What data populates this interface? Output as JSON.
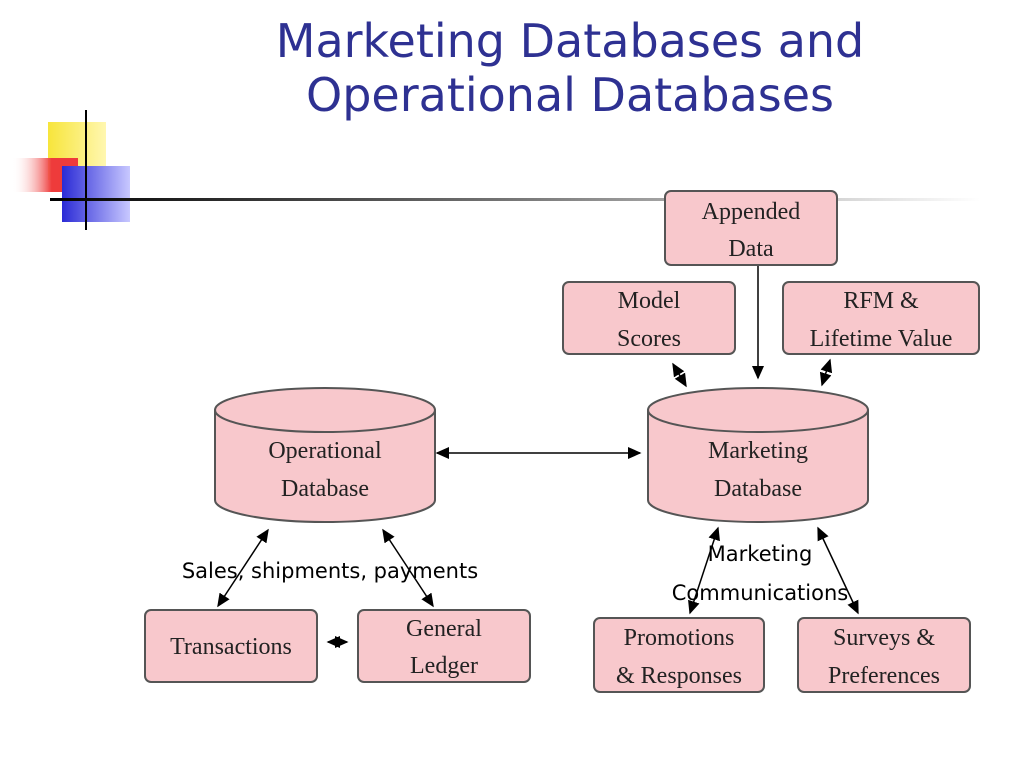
{
  "slide": {
    "title_line1": "Marketing Databases and",
    "title_line2": "Operational Databases"
  },
  "colors": {
    "title": "#2e3192",
    "box_fill": "#f8c8cc",
    "box_stroke": "#555555",
    "deco_yellow": "#f7e53b",
    "deco_red": "#ee3b3b",
    "deco_blue": "#2b2bd6"
  },
  "diagram": {
    "databases": {
      "operational": [
        "Operational",
        "Database"
      ],
      "marketing": [
        "Marketing",
        "Database"
      ]
    },
    "boxes": {
      "appended_data": [
        "Appended",
        "Data"
      ],
      "model_scores": [
        "Model",
        "Scores"
      ],
      "rfm": [
        "RFM &",
        "Lifetime Value"
      ],
      "transactions": [
        "Transactions"
      ],
      "general_ledger": [
        "General",
        "Ledger"
      ],
      "promotions": [
        "Promotions",
        "& Responses"
      ],
      "surveys": [
        "Surveys &",
        "Preferences"
      ]
    },
    "labels": {
      "sales": "Sales, shipments, payments",
      "marketing_comm_line1": "Marketing",
      "marketing_comm_line2": "Communications"
    }
  }
}
